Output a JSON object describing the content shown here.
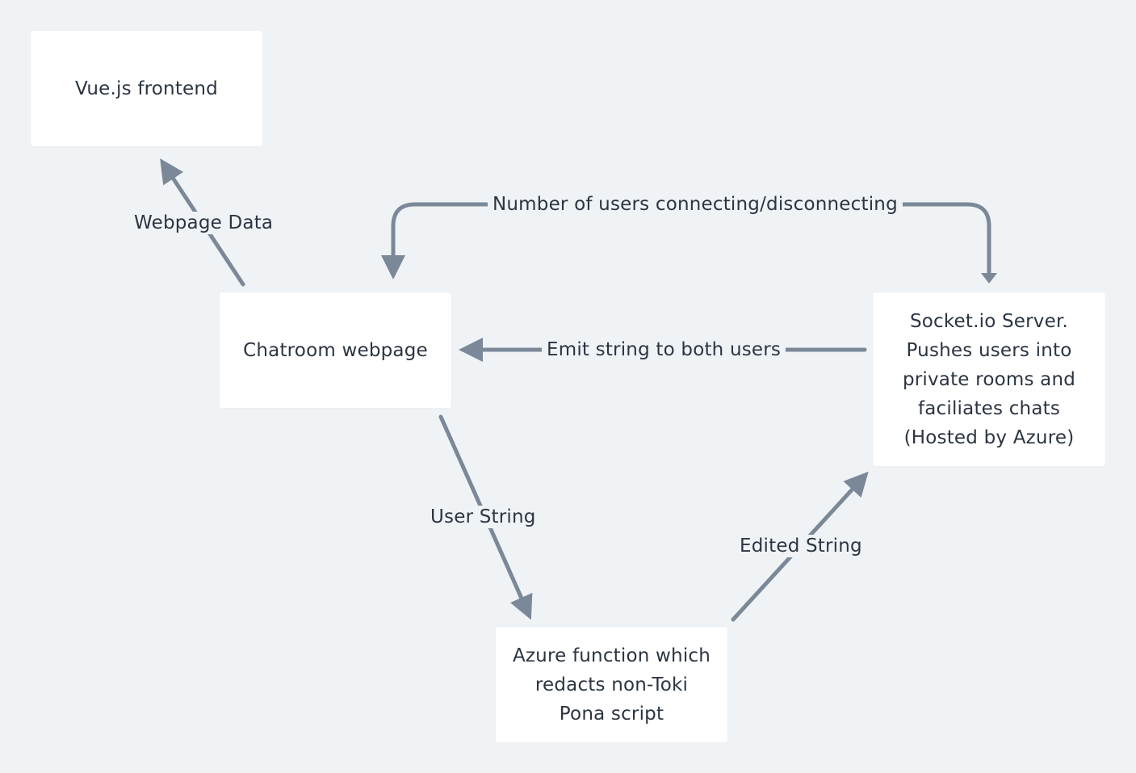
{
  "colors": {
    "background": "#f0f3f6",
    "node_fill": "#ffffff",
    "edge": "#7b8898",
    "text": "#2b3542"
  },
  "nodes": {
    "vue_frontend": "Vue.js frontend",
    "chatroom": "Chatroom webpage",
    "socket_server": "Socket.io Server.\nPushes users into\nprivate rooms and\nfaciliates chats\n(Hosted by Azure)",
    "azure_function": "Azure function which\nredacts non-Toki\nPona script"
  },
  "edges": {
    "webpage_data": "Webpage Data",
    "user_count": "Number of users connecting/disconnecting",
    "emit_string": "Emit string to both users",
    "user_string": "User String",
    "edited_string": "Edited String"
  }
}
